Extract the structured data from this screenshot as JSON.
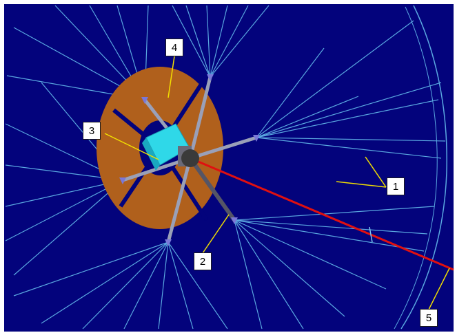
{
  "figure": {
    "colors": {
      "background": "#03037c",
      "cable": "#5aa8e0",
      "cable_light": "#7fc4ee",
      "reflector_disc": "#b0601c",
      "hub": "#2fd8e8",
      "hub_center": "#3a3a3a",
      "boom": "#9aa0b8",
      "boom_dark": "#555566",
      "beam": "#e01010",
      "leader_line": "#f2e000",
      "node": "#7a78d8"
    },
    "labels": [
      "1",
      "2",
      "3",
      "4",
      "5"
    ]
  }
}
